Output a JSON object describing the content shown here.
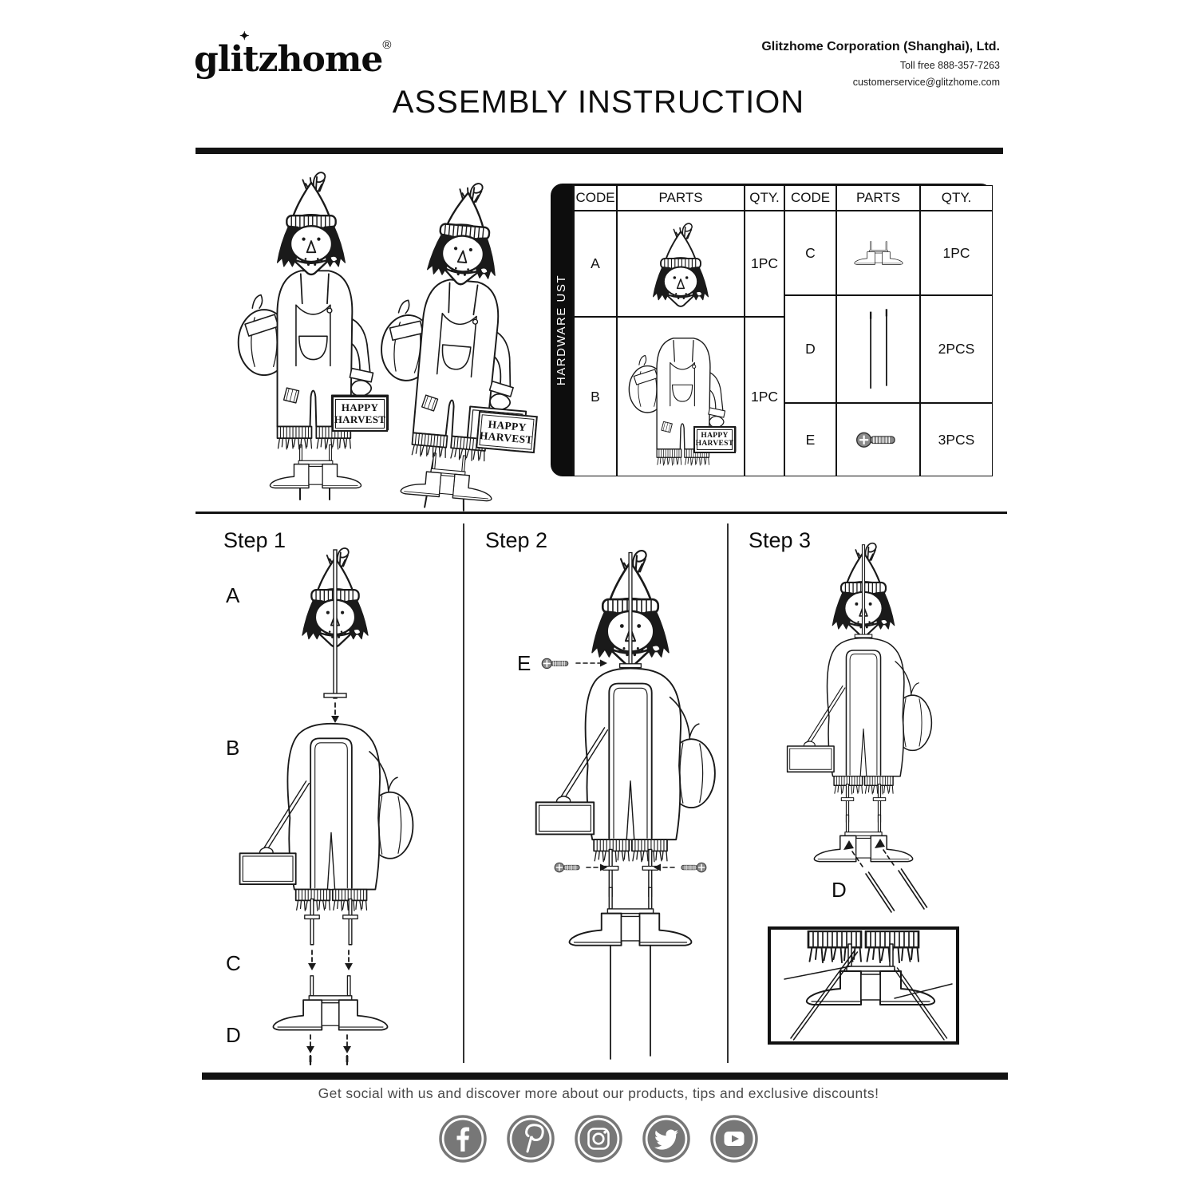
{
  "header": {
    "logo": {
      "text": "glitzhome",
      "reg": "®",
      "sparkle": "✦"
    },
    "company_name": "Glitzhome Corporation (Shanghai), Ltd.",
    "toll_free": "Toll free 888-357-7263",
    "email": "customerservice@glitzhome.com",
    "title": "ASSEMBLY INSTRUCTION"
  },
  "hardware": {
    "side_label": "HARDWARE UST",
    "col_headers": {
      "code": "CODE",
      "parts": "PARTS",
      "qty": "QTY."
    },
    "left_rows": [
      {
        "code": "A",
        "qty": "1PC",
        "part": "scarecrow-head"
      },
      {
        "code": "B",
        "qty": "1PC",
        "part": "scarecrow-body"
      }
    ],
    "right_rows": [
      {
        "code": "C",
        "qty": "1PC",
        "part": "boot-stand"
      },
      {
        "code": "D",
        "qty": "2PCS",
        "part": "ground-stakes"
      },
      {
        "code": "E",
        "qty": "3PCS",
        "part": "screw"
      }
    ]
  },
  "sign": {
    "line1": "HAPPY",
    "line2": "HARVEST"
  },
  "steps": {
    "step1": {
      "title": "Step 1",
      "labels": {
        "a": "A",
        "b": "B",
        "c": "C",
        "d": "D"
      }
    },
    "step2": {
      "title": "Step 2",
      "labels": {
        "e": "E"
      }
    },
    "step3": {
      "title": "Step 3",
      "labels": {
        "d": "D"
      }
    }
  },
  "footer": {
    "message": "Get social with us and discover more about our products, tips and exclusive discounts!",
    "icon_color": "#777777",
    "icons": [
      "facebook-icon",
      "pinterest-icon",
      "instagram-icon",
      "twitter-icon",
      "youtube-icon"
    ]
  }
}
